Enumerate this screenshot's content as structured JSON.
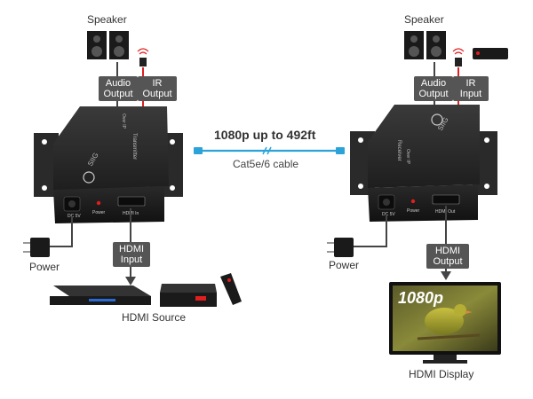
{
  "speaker_label": "Speaker",
  "transmitter": {
    "audio_output_line1": "Audio",
    "audio_output_line2": "Output",
    "ir_output_line1": "IR",
    "ir_output_line2": "Output",
    "hdmi_input_line1": "HDMI",
    "hdmi_input_line2": "Input",
    "power_label": "Power",
    "brand": "SIIG",
    "device_text": "Transmitter",
    "over_ip": "Over IP",
    "dc_jack": "DC 5V",
    "power_led": "Power",
    "hdmi_port": "HDMI In"
  },
  "receiver": {
    "audio_output_line1": "Audio",
    "audio_output_line2": "Output",
    "ir_input_line1": "IR",
    "ir_input_line2": "Input",
    "hdmi_output_line1": "HDMI",
    "hdmi_output_line2": "Output",
    "power_label": "Power",
    "brand": "SIIG",
    "device_text": "Receiver",
    "over_ip": "Over IP",
    "dc_jack": "DC 5V",
    "power_led": "Power",
    "hdmi_port": "HDMI Out"
  },
  "link": {
    "headline": "1080p up to 492ft",
    "cable": "Cat5e/6 cable"
  },
  "hdmi_source_label": "HDMI Source",
  "hdmi_display_label": "HDMI Display",
  "display_resolution": "1080p",
  "colors": {
    "device_body": "#2b2b2b",
    "device_front": "#1c1c1c",
    "ir_line": "#e01e1e",
    "audio_line": "#444444",
    "cable": "#2ba3d9",
    "tag_bg": "#555555"
  }
}
